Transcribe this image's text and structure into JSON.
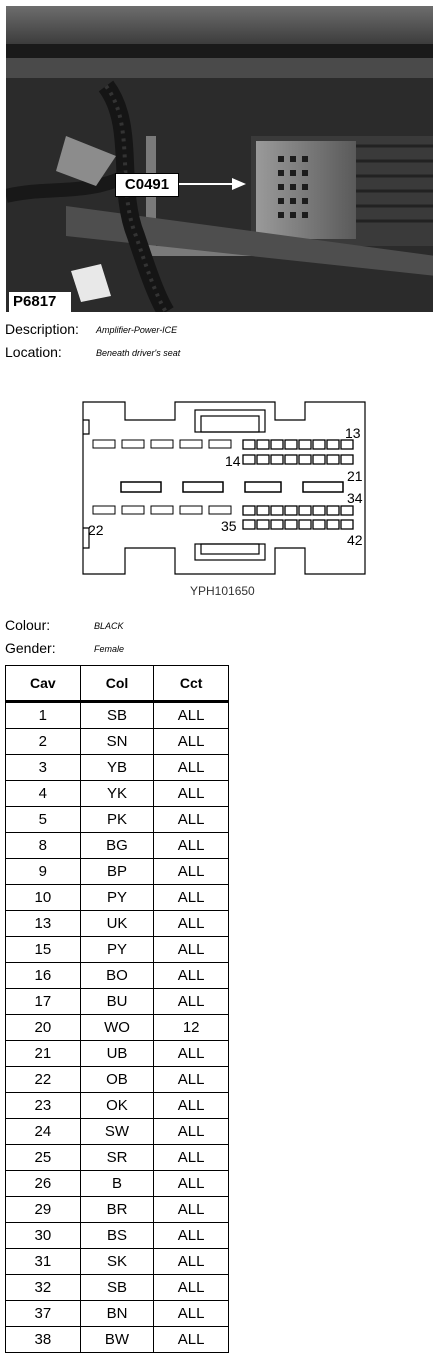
{
  "photo": {
    "callout_label": "C0491",
    "photo_id": "P6817"
  },
  "info": {
    "description_label": "Description:",
    "description_value": "Amplifier-Power-ICE",
    "location_label": "Location:",
    "location_value": "Beneath driver's seat",
    "colour_label": "Colour:",
    "colour_value": "BLACK",
    "gender_label": "Gender:",
    "gender_value": "Female"
  },
  "connector": {
    "pin_labels": [
      "13",
      "14",
      "21",
      "34",
      "22",
      "35",
      "42"
    ],
    "diagram_code": "YPH101650"
  },
  "table": {
    "headers": [
      "Cav",
      "Col",
      "Cct"
    ],
    "rows": [
      [
        "1",
        "SB",
        "ALL"
      ],
      [
        "2",
        "SN",
        "ALL"
      ],
      [
        "3",
        "YB",
        "ALL"
      ],
      [
        "4",
        "YK",
        "ALL"
      ],
      [
        "5",
        "PK",
        "ALL"
      ],
      [
        "8",
        "BG",
        "ALL"
      ],
      [
        "9",
        "BP",
        "ALL"
      ],
      [
        "10",
        "PY",
        "ALL"
      ],
      [
        "13",
        "UK",
        "ALL"
      ],
      [
        "15",
        "PY",
        "ALL"
      ],
      [
        "16",
        "BO",
        "ALL"
      ],
      [
        "17",
        "BU",
        "ALL"
      ],
      [
        "20",
        "WO",
        "12"
      ],
      [
        "21",
        "UB",
        "ALL"
      ],
      [
        "22",
        "OB",
        "ALL"
      ],
      [
        "23",
        "OK",
        "ALL"
      ],
      [
        "24",
        "SW",
        "ALL"
      ],
      [
        "25",
        "SR",
        "ALL"
      ],
      [
        "26",
        "B",
        "ALL"
      ],
      [
        "29",
        "BR",
        "ALL"
      ],
      [
        "30",
        "BS",
        "ALL"
      ],
      [
        "31",
        "SK",
        "ALL"
      ],
      [
        "32",
        "SB",
        "ALL"
      ],
      [
        "37",
        "BN",
        "ALL"
      ],
      [
        "38",
        "BW",
        "ALL"
      ]
    ]
  }
}
